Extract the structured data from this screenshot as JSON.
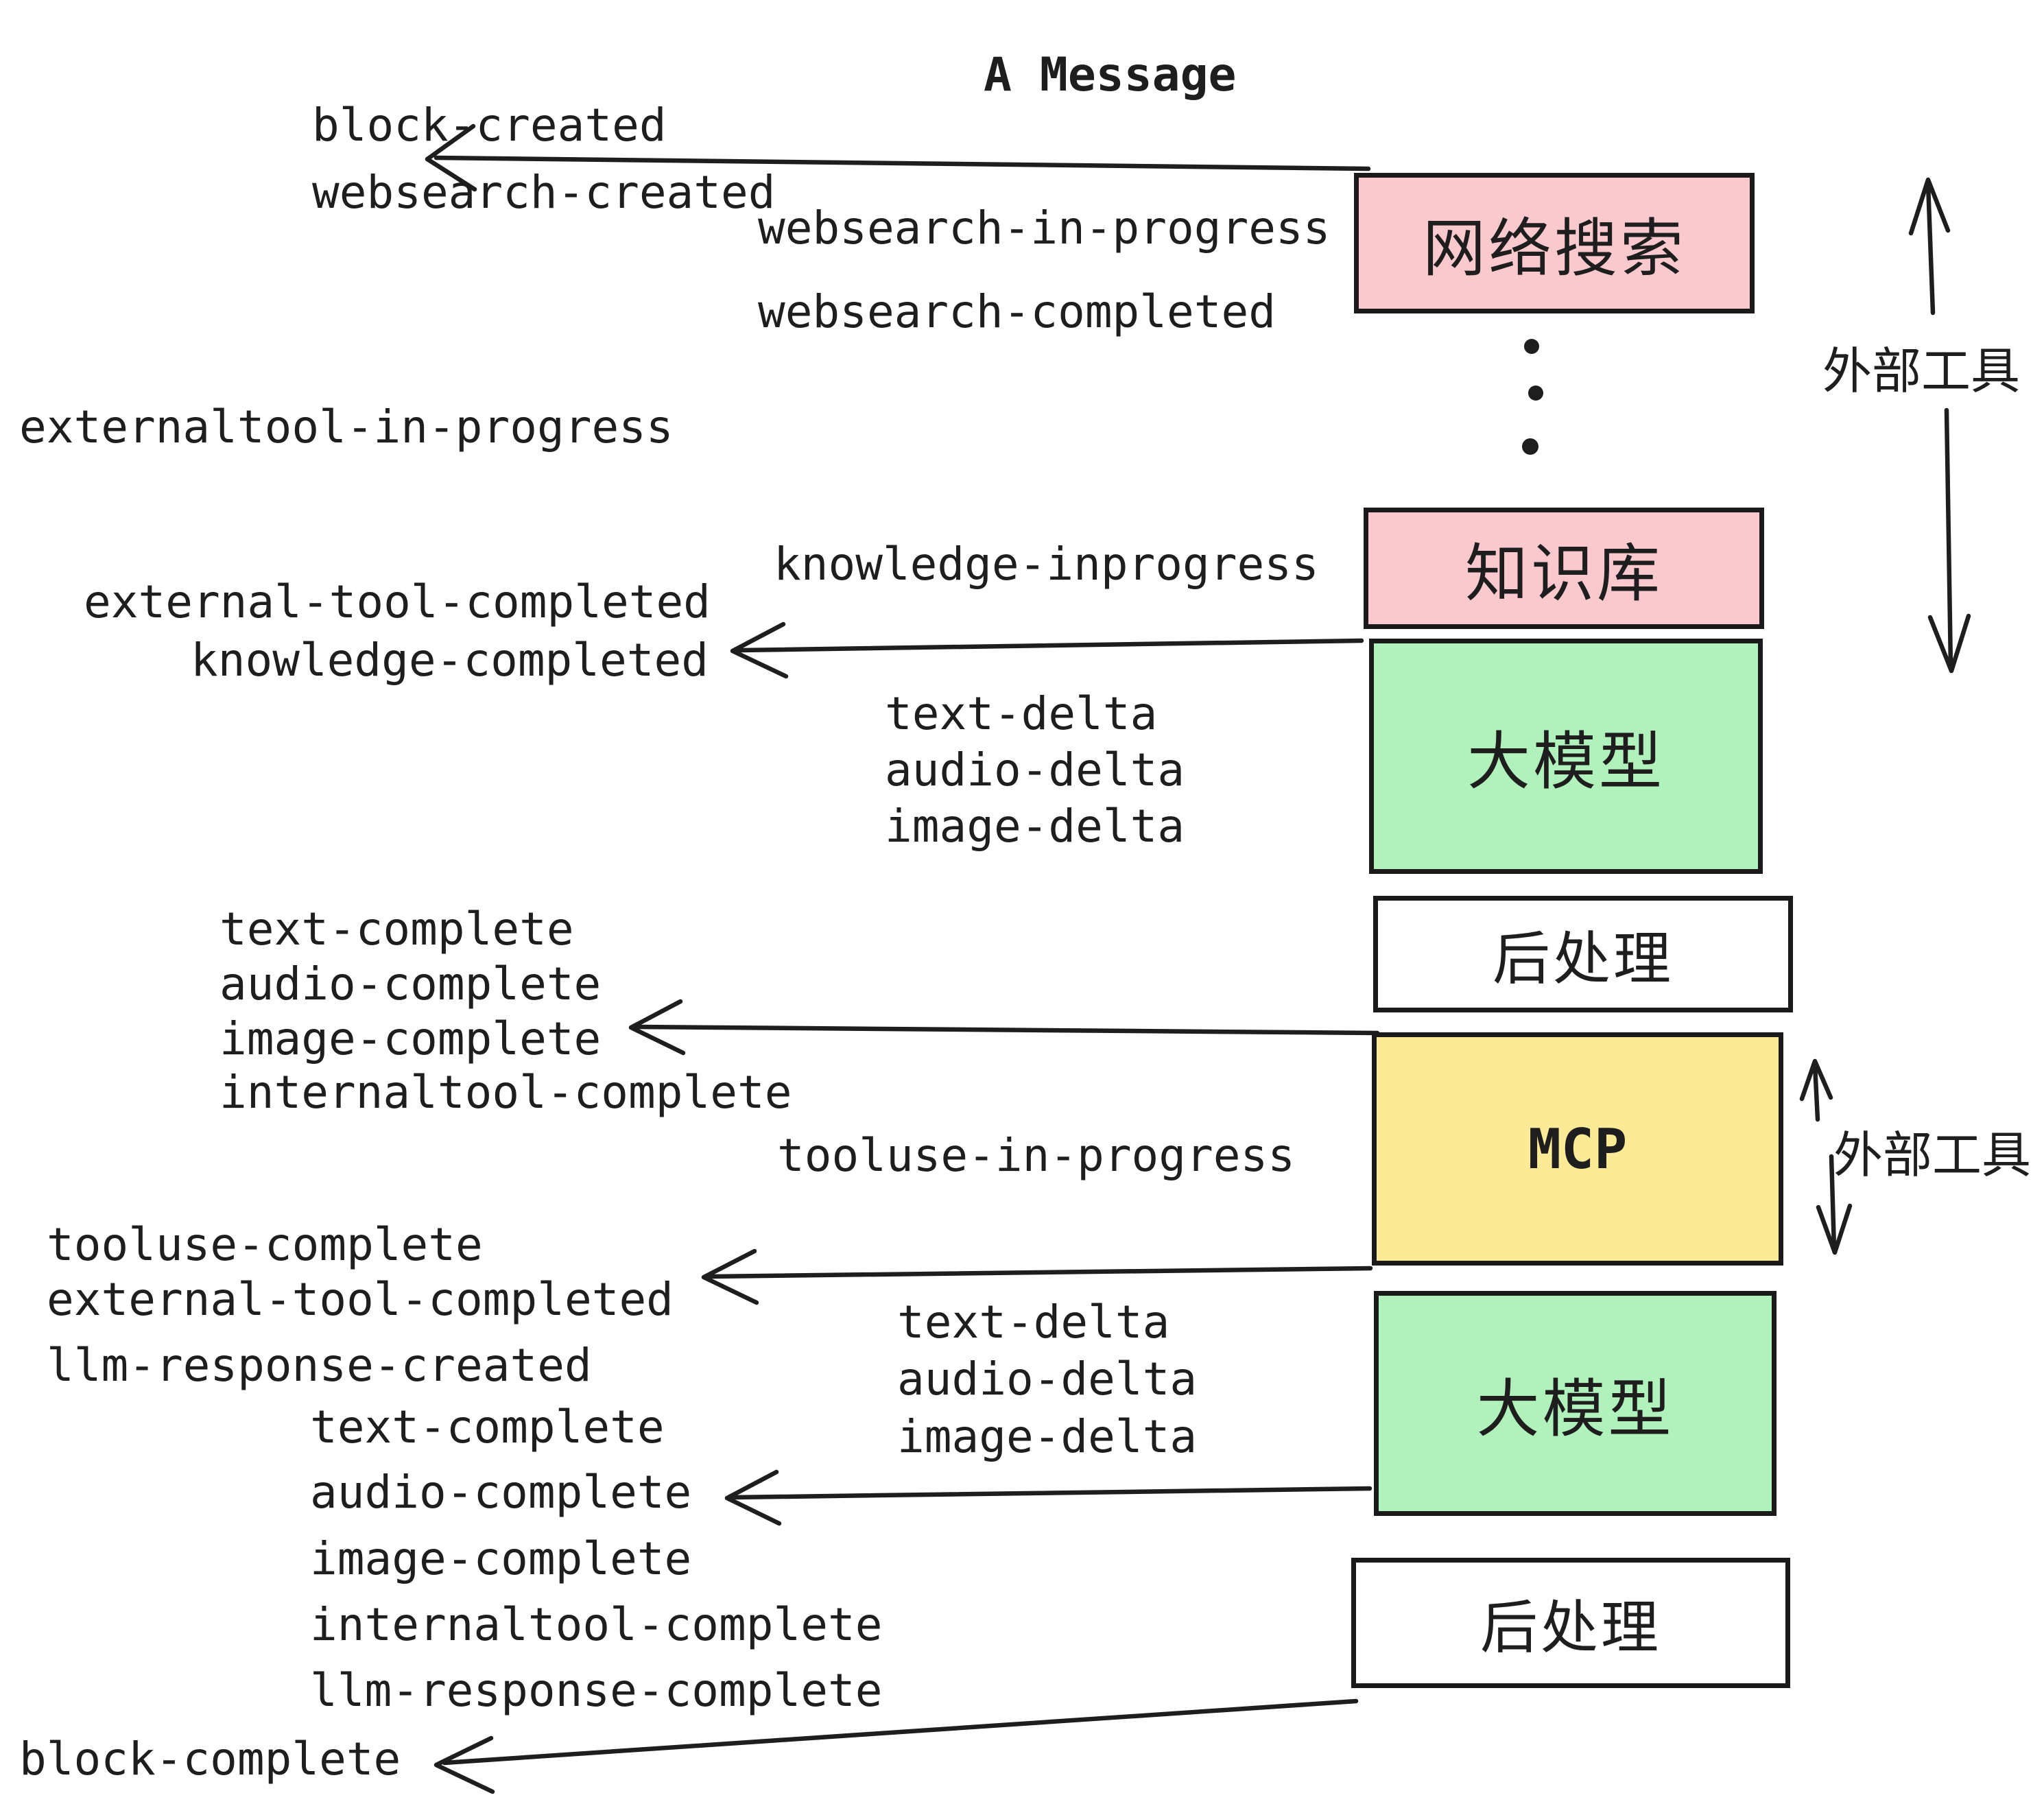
{
  "title": "A Message",
  "colors": {
    "ink": "#1e1e1e",
    "pink": "#fac9cd",
    "green": "#b0f1bc",
    "yellow": "#fcea96",
    "white": "#ffffff"
  },
  "events": {
    "block_created": "block-created",
    "websearch_created": "websearch-created",
    "websearch_in_progress": "websearch-in-progress",
    "websearch_completed": "websearch-completed",
    "externaltool_in_progress": "externaltool-in-progress",
    "knowledge_inprogress": "knowledge-inprogress",
    "external_tool_completed_1": "external-tool-completed",
    "knowledge_completed": "knowledge-completed",
    "text_delta_1": "text-delta",
    "audio_delta_1": "audio-delta",
    "image_delta_1": "image-delta",
    "text_complete_1": "text-complete",
    "audio_complete_1": "audio-complete",
    "image_complete_1": "image-complete",
    "internaltool_complete_1": "internaltool-complete",
    "tooluse_in_progress": "tooluse-in-progress",
    "tooluse_complete": "tooluse-complete",
    "external_tool_completed_2": "external-tool-completed",
    "llm_response_created": "llm-response-created",
    "text_delta_2": "text-delta",
    "audio_delta_2": "audio-delta",
    "image_delta_2": "image-delta",
    "text_complete_2": "text-complete",
    "audio_complete_2": "audio-complete",
    "image_complete_2": "image-complete",
    "internaltool_complete_2": "internaltool-complete",
    "llm_response_complete": "llm-response-complete",
    "block_complete": "block-complete"
  },
  "boxes": {
    "websearch": {
      "label": "网络搜索",
      "color": "#fac9cd"
    },
    "knowledge": {
      "label": "知识库",
      "color": "#fac9cd"
    },
    "llm1": {
      "label": "大模型",
      "color": "#b0f1bc"
    },
    "post1": {
      "label": "后处理",
      "color": "#ffffff"
    },
    "mcp": {
      "label": "MCP",
      "color": "#fcea96"
    },
    "llm2": {
      "label": "大模型",
      "color": "#b0f1bc"
    },
    "post2": {
      "label": "后处理",
      "color": "#ffffff"
    }
  },
  "side_labels": {
    "external_tools_1": "外部工具",
    "external_tools_2": "外部工具"
  }
}
